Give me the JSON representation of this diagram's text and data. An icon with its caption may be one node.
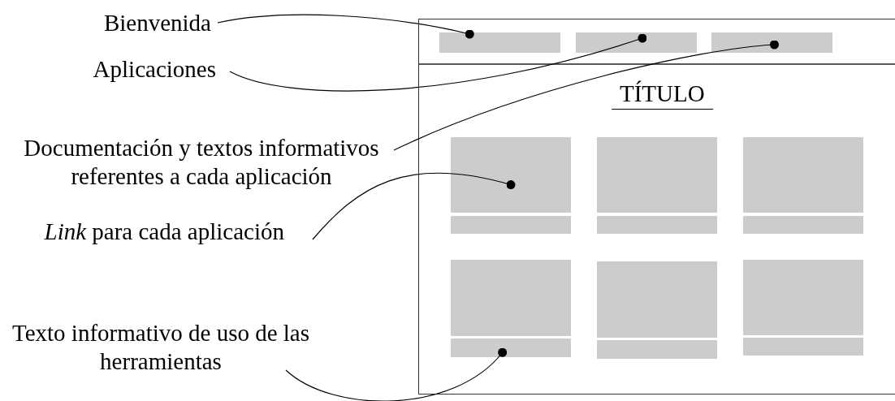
{
  "diagram": {
    "nodes": [
      {
        "text": [
          "Bienvenida"
        ]
      },
      {
        "text": [
          "Aplicaciones"
        ]
      },
      {
        "text": [
          "Documentación y textos informativos referentes a cada aplicación"
        ]
      },
      {
        "text": [
          "*Link* para cada aplicación"
        ]
      },
      {
        "text": [
          "Texto informativo de uso de las herramientas"
        ]
      },
      {
        "text": [],
        "shape": "box"
      },
      {
        "text": [],
        "shape": "bar",
        "in": 5
      },
      {
        "text": [],
        "shape": "bar",
        "in": 5
      },
      {
        "text": [],
        "shape": "bar",
        "in": 5
      },
      {
        "text": [],
        "shape": "box",
        "in": 5
      },
      {
        "text": [],
        "shape": "bar",
        "in": 5
      },
      {
        "text": [],
        "shape": "box",
        "in": 5
      },
      {
        "text": [],
        "shape": "bar",
        "in": 5
      },
      {
        "text": [],
        "shape": "box",
        "in": 5
      },
      {
        "text": [],
        "shape": "bar",
        "in": 5
      },
      {
        "text": [],
        "shape": "box",
        "in": 5
      },
      {
        "text": [],
        "shape": "bar",
        "in": 5
      },
      {
        "text": [],
        "shape": "box",
        "in": 5
      },
      {
        "text": [],
        "shape": "bar",
        "in": 5
      },
      {
        "text": [],
        "shape": "box",
        "in": 5
      },
      {
        "text": [],
        "shape": "bar",
        "in": 5
      }
    ],
    "edges": [
      {
        "from": 0,
        "to": 6,
        "arrow": "other"
      },
      {
        "from": 1,
        "to": 7,
        "arrow": "other"
      },
      {
        "from": 2,
        "to": 8,
        "arrow": "other"
      },
      {
        "from": 3,
        "to": 9,
        "arrow": "other"
      },
      {
        "from": 4,
        "to": 16,
        "arrow": "other"
      }
    ],
    "labels": [
      "TÍTULO"
    ]
  }
}
